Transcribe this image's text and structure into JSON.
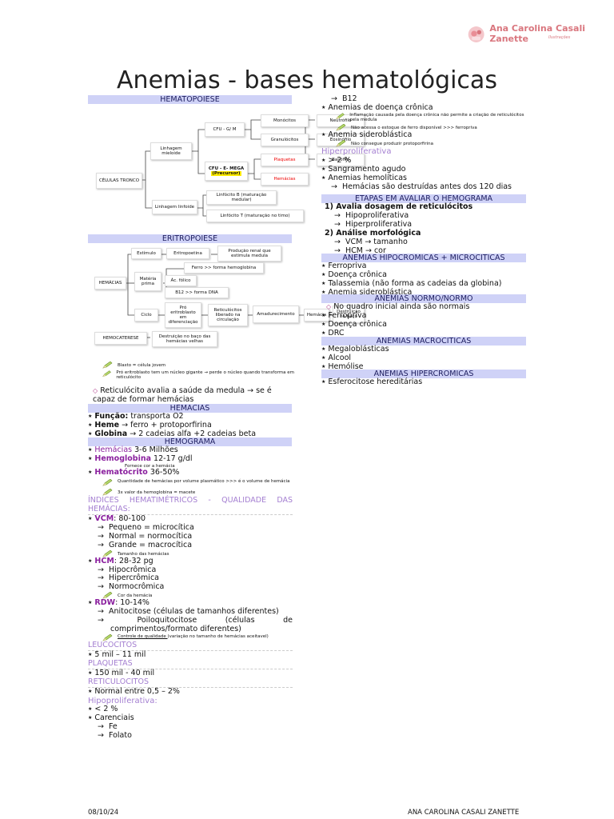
{
  "brand": {
    "name": "Ana Carolina Casali Zanette",
    "subtitle": "Ilustrações"
  },
  "title": "Anemias - bases hematológicas",
  "hematopoiese": {
    "heading": "HEMATOPOIESE",
    "celulas_tronco": "CÉLULAS TRONCO",
    "linhagem_mieloide": "Linhagem mieloide",
    "linhagem_linfoide": "Linhagem linfoide",
    "cfu_gm": "CFU - G/ M",
    "cfu_emega": "CFU - E- MEGA",
    "precursor": "(Precursor)",
    "monocitos": "Monócitos",
    "granulocitos": "Granulócitos",
    "plaquetas": "Plaquetas",
    "hemacias": "Hemácias",
    "neutrofilo": "Neutrófilo",
    "eosinofilo": "Eosinófilo",
    "basofilo": "Basófilo",
    "linfocito_b": "Linfócito B (maturação medular)",
    "linfocito_t": "Linfócito T (maturação no timo)"
  },
  "eritropoiese": {
    "heading": "ERITROPOIESE",
    "hemacias": "HEMÁCIAS",
    "estimulo": "Estímulo",
    "eritropoetina": "Eritropoetina",
    "producao_renal": "Produção renal que estimula medula",
    "materia_prima": "Matéria prima",
    "ferro": "Ferro >> forma hemoglobina",
    "acido_folico": "Ác. fólico",
    "b12": "B12 >> forma DNA",
    "ciclo": "Ciclo",
    "pro_eritroblasto": "Pró eritroblasto em diferenciação",
    "reticulocitos": "Reticulócitos liberado na circulação",
    "amadurecimento": "Amadurecimento",
    "hemacia": "Hemácia",
    "destruicao": "Destruição no baço",
    "hemocaterese": "HEMOCATERESE",
    "destruicao_baco": "Destruição no baço das hemácias velhas"
  },
  "notes": {
    "blasto": "Blasto = célula jovem",
    "pro_eritroblasto": "Pró eritroblasto tem um núcleo gigante → perde o núcleo quando transforma em reticulócito",
    "reticulocito": "Reticulócito avalia a saúde da medula → se é capaz de formar hemácias"
  },
  "hemacias": {
    "heading": "HEMACIAS",
    "funcao_label": "Função:",
    "funcao_val": " transporta O2",
    "heme_label": "Heme",
    "heme_val": " → ferro + protoporfirina",
    "globina_label": "Globina",
    "globina_val": " → 2 cadeias alfa +2 cadeias beta"
  },
  "hemograma": {
    "heading": "HEMOGRAMA",
    "hemacias_label": "Hemácias",
    "hemacias_val": " 3-6 Milhões",
    "hemoglobina_label": "Hemoglobina",
    "hemoglobina_val": " 12-17 g/dl",
    "fornece_cor": "Fornece cor a hemácia",
    "hematocrito_label": "Hematócrito",
    "hematocrito_val": " 36-50%",
    "quantidade": "Quantidade de hemácias por volume plasmático >>> é o volume de hemácia",
    "tres_x": "3x valor da hemoglobina = macete",
    "indices": "ÍNDICES HEMATIMÉTRICOS - QUALIDADE DAS HEMÁCIAS:",
    "vcm_label": "VCM",
    "vcm_val": ": 80-100",
    "vcm_items": [
      "Pequeno = microcítica",
      "Normal = normocítica",
      "Grande = macrocítica"
    ],
    "tamanho": "Tamanho das hemácias",
    "hcm_label": "HCM",
    "hcm_val": ": 28-32 pg",
    "hcm_items": [
      "Hipocrômica",
      "Hipercrômica",
      "Normocrômica"
    ],
    "cor_hemacia": "Cor da hemácia",
    "rdw_label": "RDW",
    "rdw_val": ": 10-14%",
    "rdw_item1": "Anitocitose (células de tamanhos diferentes)",
    "rdw_item2a": "Poiloquitocitose",
    "rdw_item2b": "(células",
    "rdw_item2c": "de",
    "rdw_item2d": "comprimentos/formato diferentes)",
    "controle_u": "Controle de qualidade ",
    "controle": "(variação no tamanho de hemácias aceitavel)",
    "leucocitos": "LEUCOCITOS",
    "leucocitos_val": "5 mil – 11 mil",
    "plaquetas": "PLAQUETAS",
    "plaquetas_val": "150 mil - 40 mil",
    "reticulocitos": "RETICULOCITOS",
    "reticulocitos_val": "Normal entre 0,5 – 2%",
    "hipoproliferativa": "Hipoproliferativa:",
    "hipo_val": "< 2 %",
    "carenciais": "Carenciais",
    "carenciais_items": [
      "Fe",
      "Folato"
    ]
  },
  "right": {
    "b12": "B12",
    "anemias_doenca": "Anemias de doença crônica",
    "inflamacao": "Inflamação causada pela doença crônica não permite a criação de reticulócitos pela medula",
    "nao_acessa": "Não acessa o estoque de ferro disponível >>> ferropriva",
    "sideroblastica": "Anemia sideroblástica",
    "nao_consegue": "Não consegue produzir protoporfirina",
    "hiperproliferativa": "Hiperproliferativa",
    "gt2": "> 2 %",
    "sangramento": "Sangramento agudo",
    "hemoliticas": "Anemias hemolíticas",
    "hemacias_destruidas": "Hemácias são destruídas antes dos 120 dias",
    "etapas": "ETAPAS EM AVALIAR O HEMOGRAMA",
    "step1": "1) Avalia dosagem de reticulócitos",
    "step1_items": [
      "Hipoproliferativa",
      "Hiperproliferativa"
    ],
    "step2": "2) Análise morfológica",
    "step2_items": [
      "VCM → tamanho",
      "HCM → cor"
    ],
    "hipo_micro": "ANEMIAS HIPOCROMICAS + MICROCITICAS",
    "hipo_micro_items": [
      "Ferropriva",
      "Doença crônica",
      "Talassemia (não forma as cadeias da globina)",
      "Anemia sideroblástica"
    ],
    "normo": "ANEMIAS NORMO/NORMO",
    "normo_note": "No quadro inicial ainda são normais",
    "normo_items": [
      "Ferropriva",
      "Doença crônica",
      "DRC"
    ],
    "macro": "ANEMIAS MACROCITICAS",
    "macro_items": [
      "Megaloblásticas",
      "Alcool",
      "Hemólise"
    ],
    "hiper": "ANEMIAS HIPERCROMICAS",
    "hiper_items": [
      "Esferocitose hereditárias"
    ]
  },
  "footer": {
    "date": "08/10/24",
    "author": "ANA CAROLINA CASALI ZANETTE"
  }
}
